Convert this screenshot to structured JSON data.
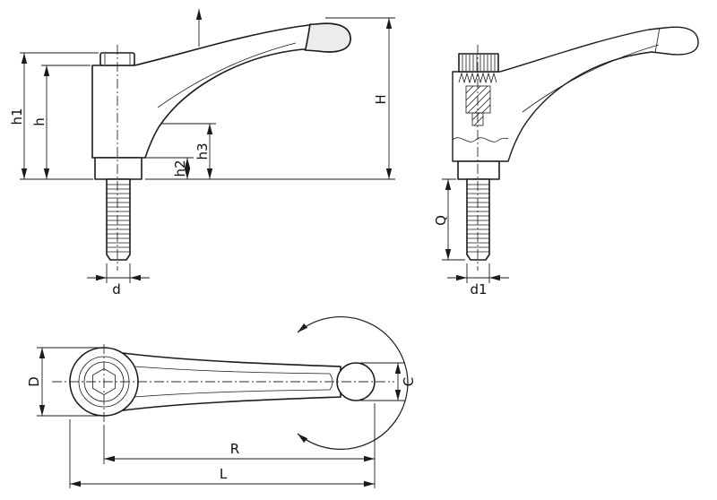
{
  "dimension_labels": {
    "h1": "h1",
    "h": "h",
    "h2": "h2",
    "h3": "h3",
    "d": "d",
    "H": "H",
    "Q": "Q",
    "d1": "d1",
    "D": "D",
    "C": "C",
    "R": "R",
    "L": "L"
  },
  "colors": {
    "line": "#1b1b1b",
    "section_body_fill": "#f7e8d5",
    "background": "#ffffff"
  }
}
